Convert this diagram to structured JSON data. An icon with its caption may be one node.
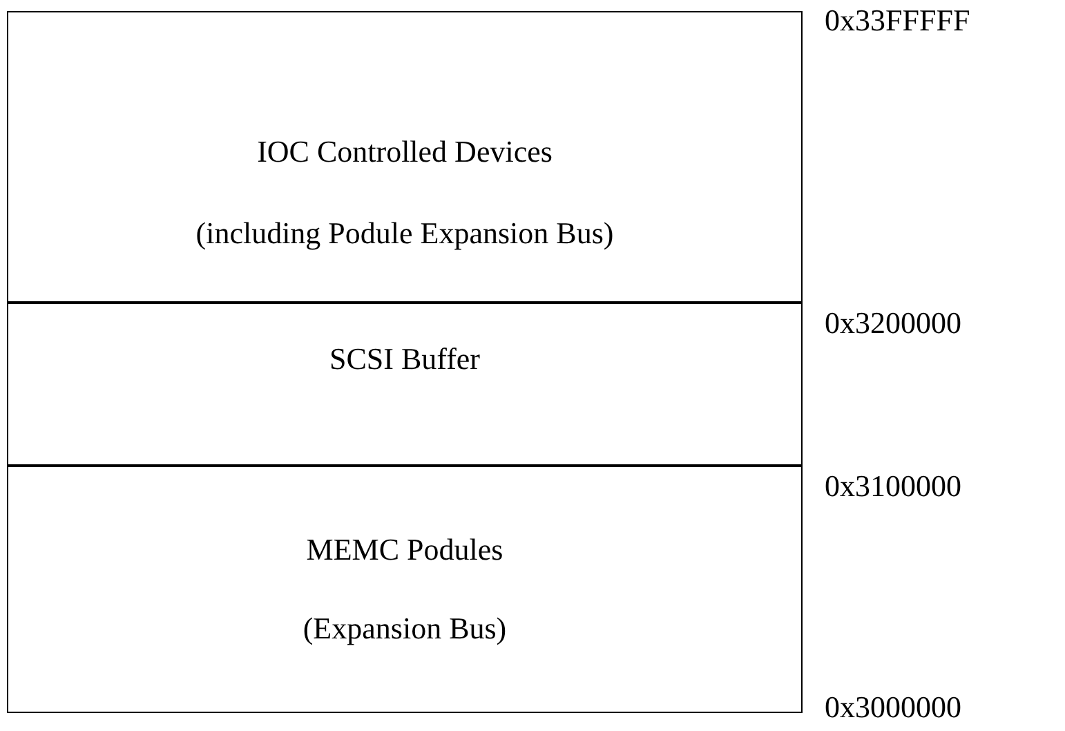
{
  "diagram": {
    "nodes": [
      {
        "text": [
          "IOC Controlled Devices",
          "(including Podule Expansion Bus)"
        ]
      },
      {
        "text": [
          "SCSI Buffer"
        ]
      },
      {
        "text": [
          "MEMC Podules",
          "(Expansion Bus)"
        ]
      }
    ],
    "labels": [
      "0x33FFFFF",
      "0x3200000",
      "0x3100000",
      "0x3000000"
    ]
  }
}
